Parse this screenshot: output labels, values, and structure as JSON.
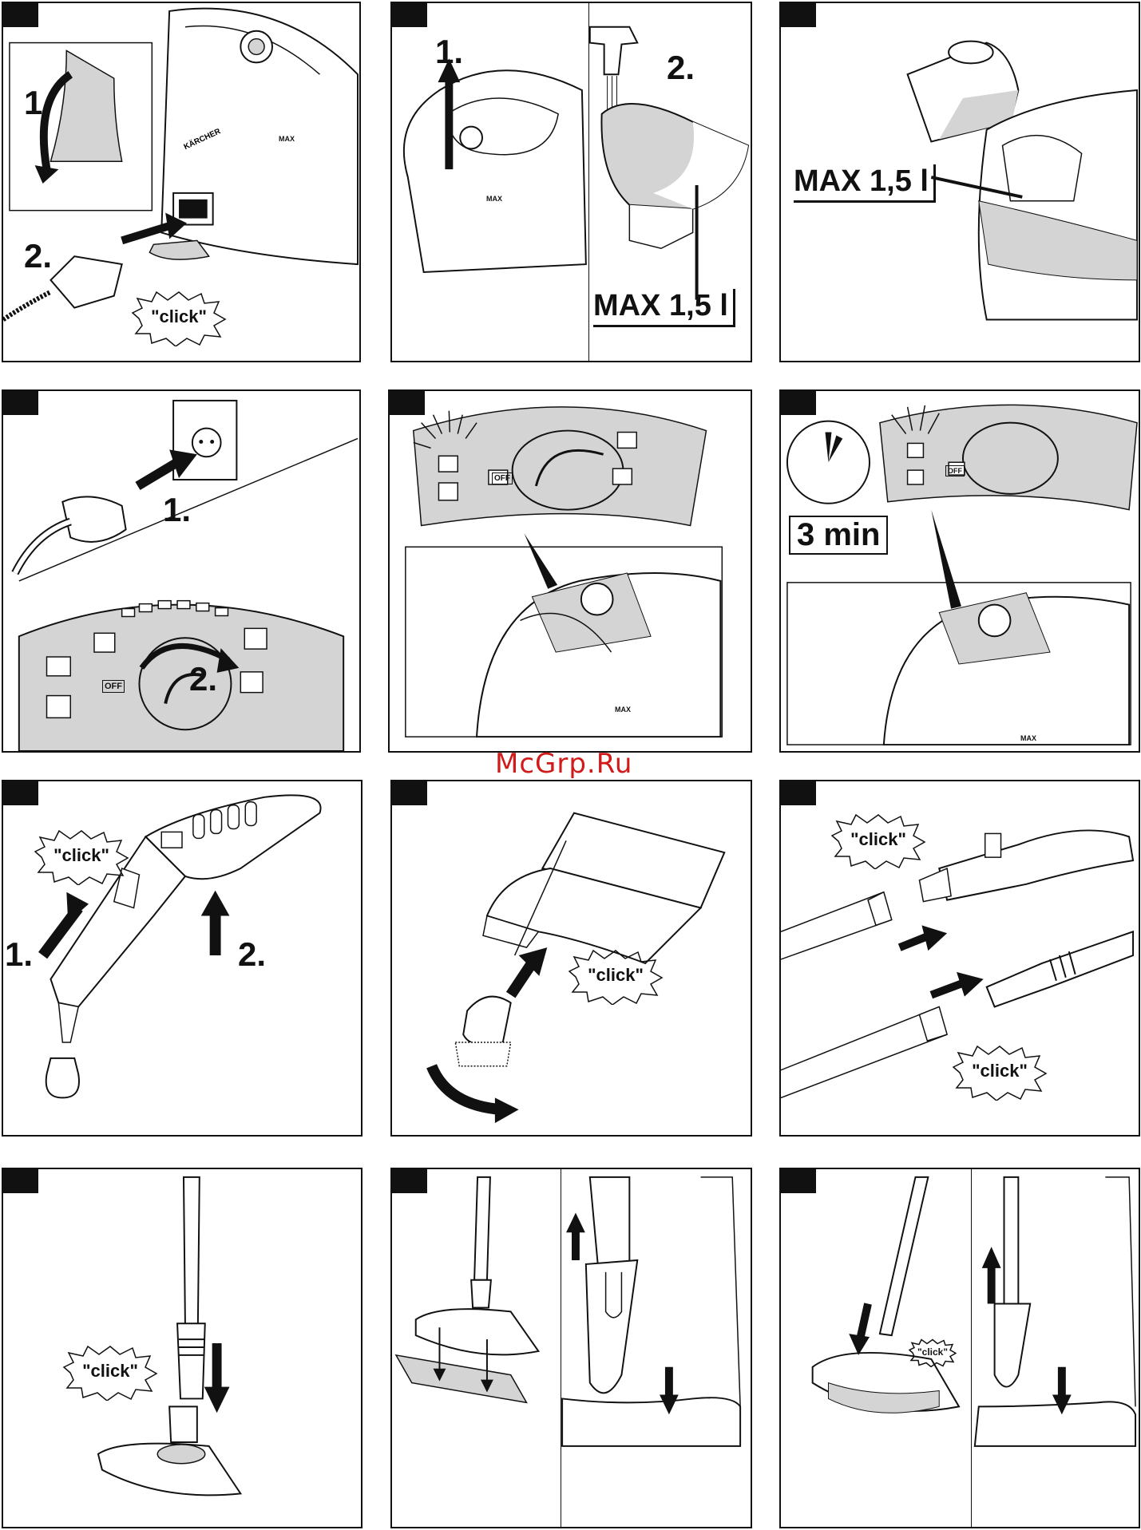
{
  "watermark": "McGrp.Ru",
  "panels": {
    "p1": {
      "step1": "1.",
      "step2": "2.",
      "click": "\"click\"",
      "max_mark": "MAX",
      "brand": "KÄRCHER"
    },
    "p2": {
      "step1": "1.",
      "step2": "2.",
      "max_label": "MAX 1,5 l",
      "max_mark": "MAX"
    },
    "p3": {
      "max_label": "MAX 1,5 l"
    },
    "p4": {
      "step1": "1.",
      "step2": "2.",
      "off_label": "OFF"
    },
    "p5": {
      "off_label": "OFF",
      "max_mark": "MAX"
    },
    "p6": {
      "time": "3 min",
      "off_label": "OFF",
      "max_mark": "MAX"
    },
    "p7": {
      "step1": "1.",
      "step2": "2.",
      "click": "\"click\""
    },
    "p8": {
      "click": "\"click\""
    },
    "p9": {
      "click_top": "\"click\"",
      "click_bottom": "\"click\""
    },
    "p10": {
      "click": "\"click\""
    },
    "p11": {},
    "p12": {
      "click": "\"click\""
    }
  },
  "colors": {
    "ink": "#111111",
    "shade": "#d4d4d4",
    "watermark": "#d11a1a"
  }
}
